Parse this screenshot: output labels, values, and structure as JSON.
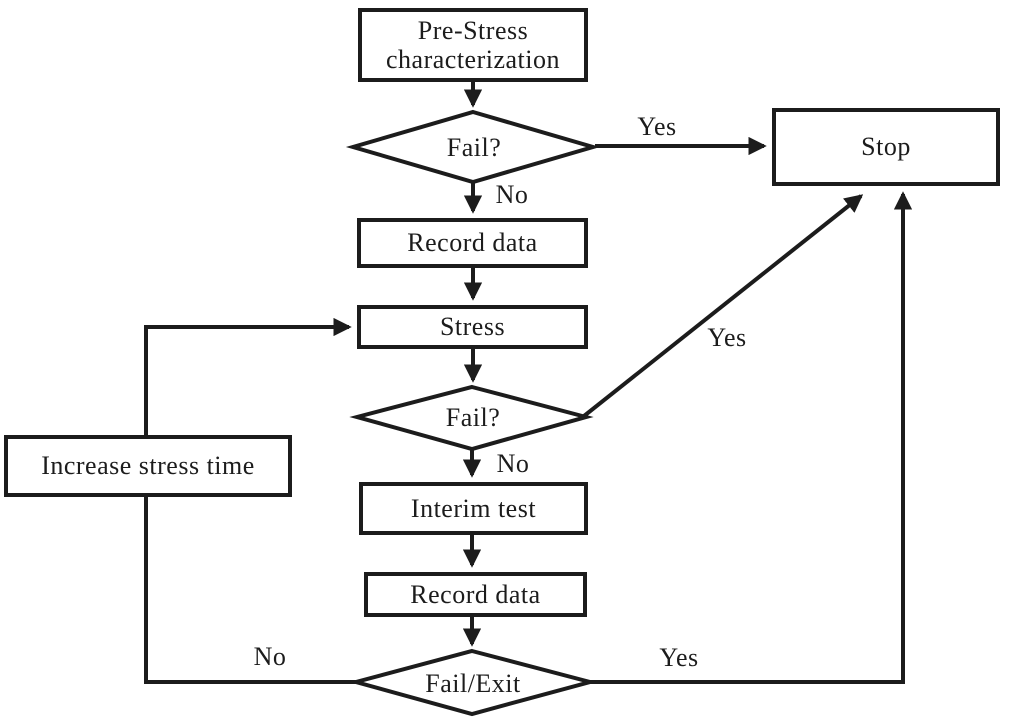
{
  "flowchart": {
    "nodes": {
      "pre_stress": {
        "label": "Pre-Stress characterization",
        "type": "process"
      },
      "fail_check_1": {
        "label": "Fail?",
        "type": "decision"
      },
      "stop": {
        "label": "Stop",
        "type": "terminator"
      },
      "record_data_1": {
        "label": "Record data",
        "type": "process"
      },
      "stress": {
        "label": "Stress",
        "type": "process"
      },
      "fail_check_2": {
        "label": "Fail?",
        "type": "decision"
      },
      "interim_test": {
        "label": "Interim test",
        "type": "process"
      },
      "record_data_2": {
        "label": "Record data",
        "type": "process"
      },
      "fail_exit": {
        "label": "Fail/Exit",
        "type": "decision"
      },
      "increase_stress_time": {
        "label": "Increase stress time",
        "type": "process"
      }
    },
    "edges": [
      {
        "from": "pre_stress",
        "to": "fail_check_1",
        "label": ""
      },
      {
        "from": "fail_check_1",
        "to": "stop",
        "label": "Yes"
      },
      {
        "from": "fail_check_1",
        "to": "record_data_1",
        "label": "No"
      },
      {
        "from": "record_data_1",
        "to": "stress",
        "label": ""
      },
      {
        "from": "stress",
        "to": "fail_check_2",
        "label": ""
      },
      {
        "from": "fail_check_2",
        "to": "stop",
        "label": "Yes"
      },
      {
        "from": "fail_check_2",
        "to": "interim_test",
        "label": "No"
      },
      {
        "from": "interim_test",
        "to": "record_data_2",
        "label": ""
      },
      {
        "from": "record_data_2",
        "to": "fail_exit",
        "label": ""
      },
      {
        "from": "fail_exit",
        "to": "stop",
        "label": "Yes"
      },
      {
        "from": "fail_exit",
        "to": "increase_stress_time",
        "label": "No"
      },
      {
        "from": "increase_stress_time",
        "to": "stress",
        "label": ""
      }
    ],
    "colors": {
      "line": "#1c1c1c",
      "node_fill": "#ffffff",
      "background": "#ffffff"
    }
  }
}
